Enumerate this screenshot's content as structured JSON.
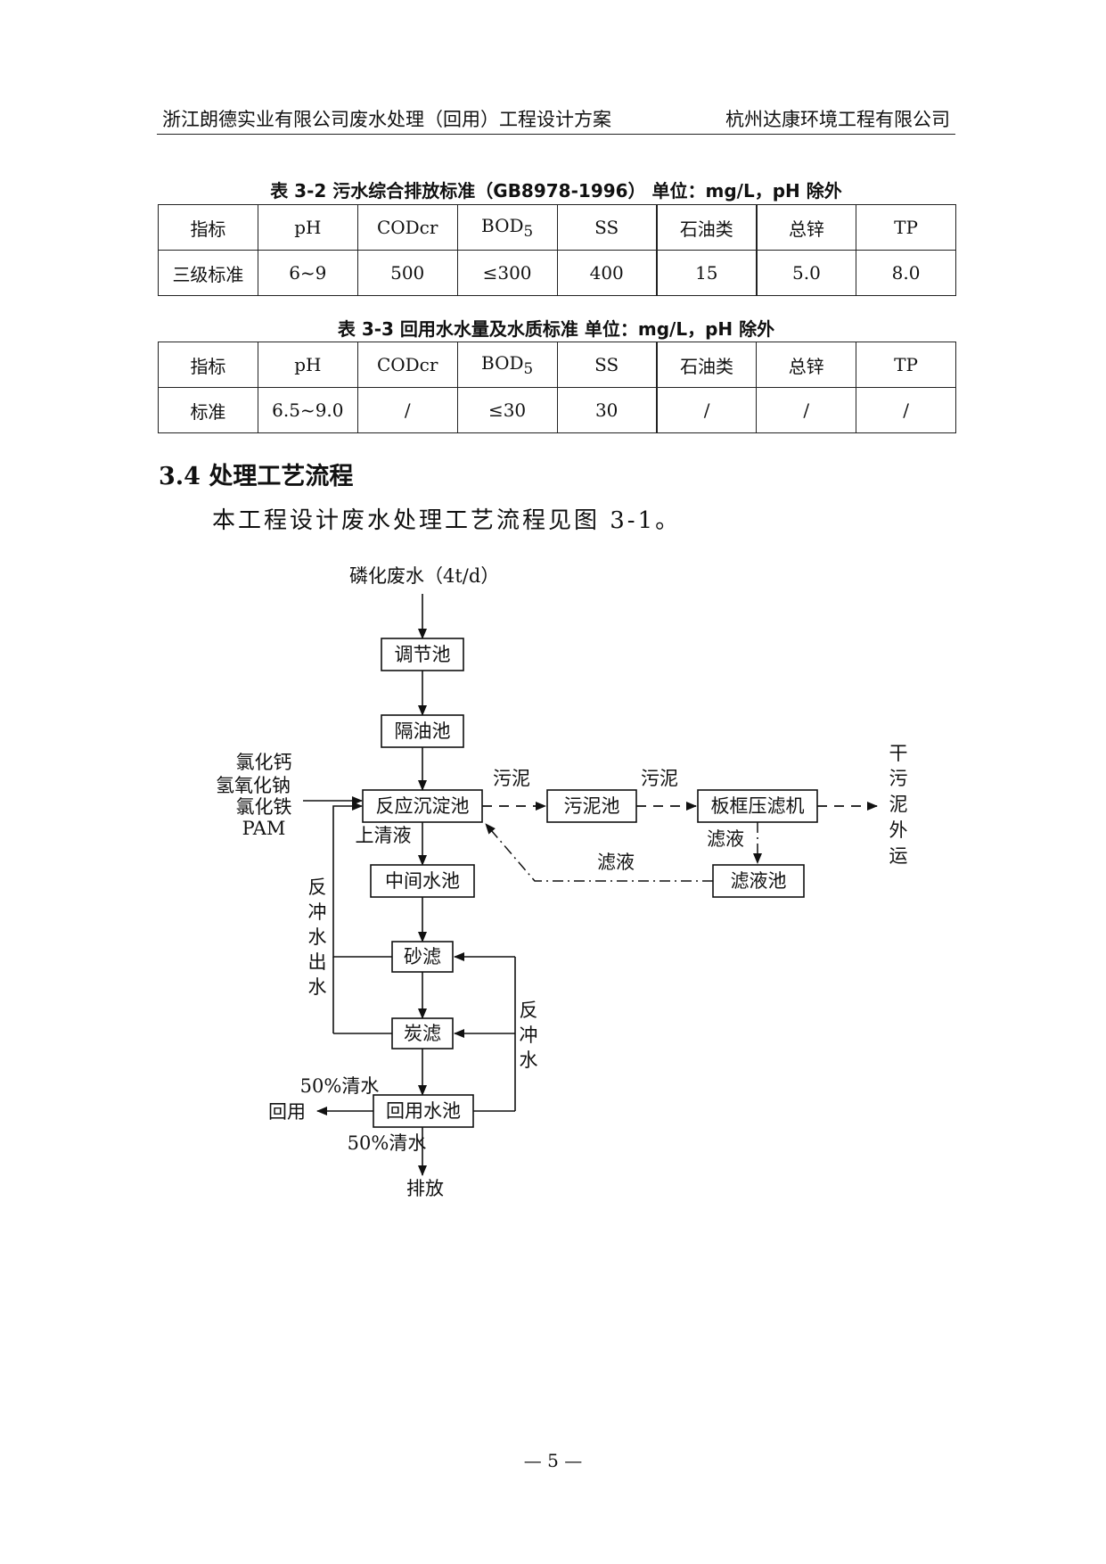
{
  "header": {
    "left": "浙江朗德实业有限公司废水处理（回用）工程设计方案",
    "right": "杭州达康环境工程有限公司"
  },
  "table2": {
    "caption": "表 3-2  污水综合排放标准（GB8978-1996）  单位：mg/L，pH 除外",
    "headers": [
      "指标",
      "pH",
      "CODcr",
      "BOD",
      "SS",
      "石油类",
      "总锌",
      "TP"
    ],
    "bod_sub": "5",
    "row": [
      "三级标准",
      "6~9",
      "500",
      "≤300",
      "400",
      "15",
      "5.0",
      "8.0"
    ]
  },
  "table3": {
    "caption": "表 3-3  回用水水量及水质标准  单位：mg/L，pH 除外",
    "headers": [
      "指标",
      "pH",
      "CODcr",
      "BOD",
      "SS",
      "石油类",
      "总锌",
      "TP"
    ],
    "bod_sub": "5",
    "row": [
      "标准",
      "6.5~9.0",
      "/",
      "≤30",
      "30",
      "/",
      "/",
      "/"
    ]
  },
  "section": {
    "title": "3.4  处理工艺流程",
    "paragraph": "本工程设计废水处理工艺流程见图 3-1。"
  },
  "flowchart": {
    "source": "磷化废水（4t/d）",
    "boxes": {
      "tiaojie": "调节池",
      "geyou": "隔油池",
      "fanying": "反应沉淀池",
      "wuni": "污泥池",
      "bankuang": "板框压滤机",
      "zhongjian": "中间水池",
      "lvye": "滤液池",
      "shalv": "砂滤",
      "tanlv": "炭滤",
      "huiyong": "回用水池"
    },
    "chemicals": [
      "氯化钙",
      "氢氧化钠",
      "氯化铁",
      "PAM"
    ],
    "labels": {
      "sludge1": "污泥",
      "sludge2": "污泥",
      "filtrate1": "滤液",
      "filtrate2": "滤液",
      "supernatant": "上清液",
      "backwash_out": "反冲水出水",
      "backwash": "反冲水",
      "dry_sludge": "干污泥外运",
      "clean_top": "50%清水",
      "reuse": "回用",
      "clean_bottom": "50%清水",
      "discharge": "排放"
    }
  },
  "page_number": "— 5 —"
}
